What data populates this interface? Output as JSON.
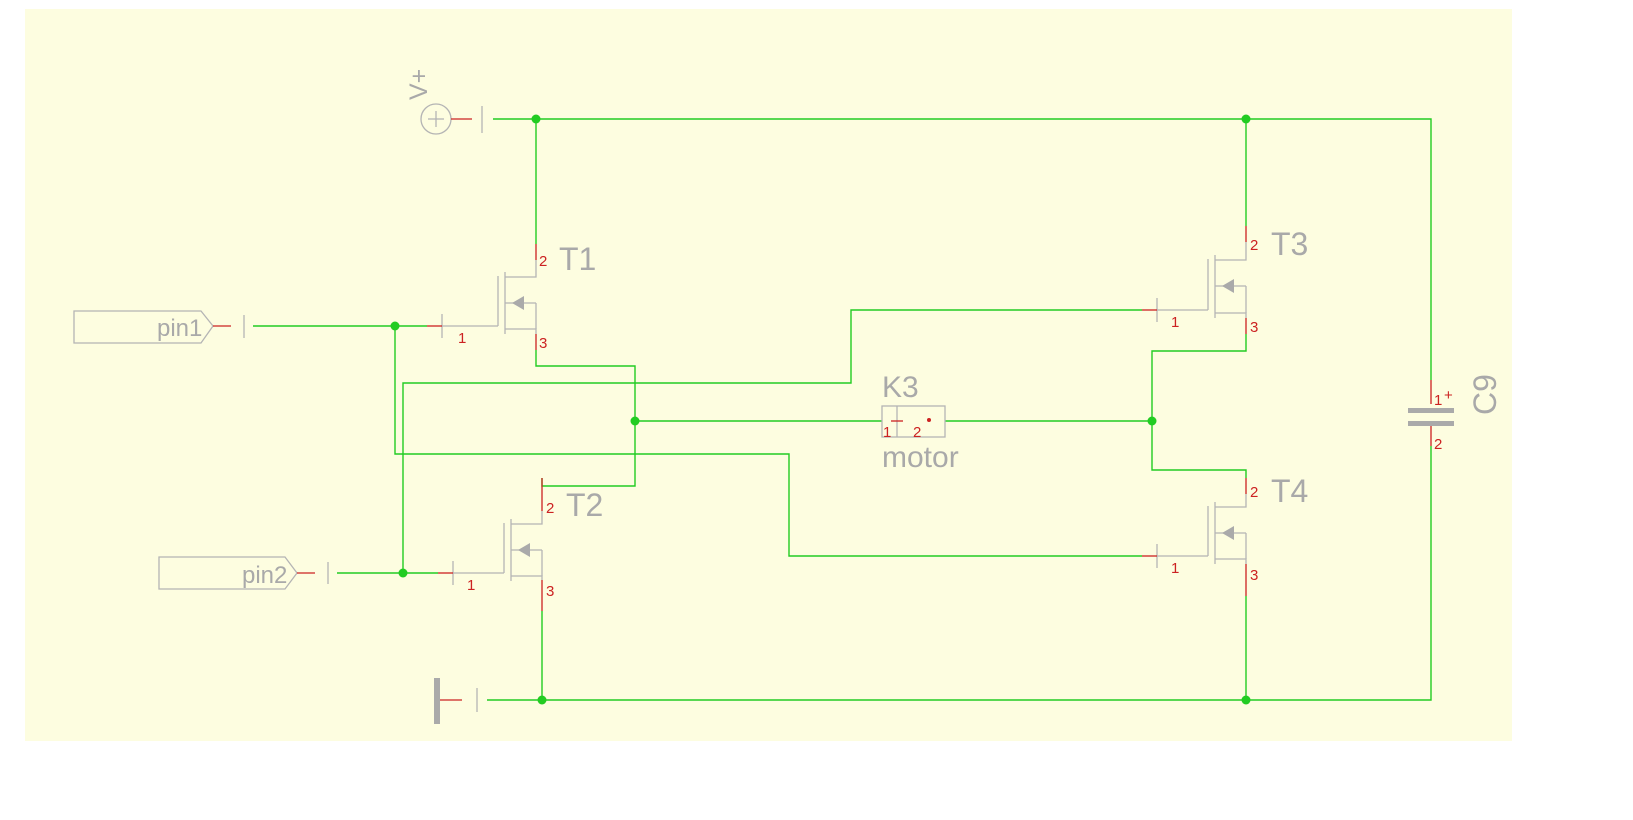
{
  "schematic": {
    "background_color": "#fdfde0",
    "wire_color": "#22cc22",
    "part_color": "#b4b4b4",
    "pin_color": "#cc2222",
    "power": {
      "label": "V+",
      "icon": "power-supply-icon"
    },
    "ground": {
      "icon": "ground-icon"
    },
    "ports": [
      {
        "label": "pin1"
      },
      {
        "label": "pin2"
      }
    ],
    "transistors": [
      {
        "ref": "T1",
        "pins": [
          "1",
          "2",
          "3"
        ]
      },
      {
        "ref": "T2",
        "pins": [
          "1",
          "2",
          "3"
        ]
      },
      {
        "ref": "T3",
        "pins": [
          "1",
          "2",
          "3"
        ]
      },
      {
        "ref": "T4",
        "pins": [
          "1",
          "2",
          "3"
        ]
      }
    ],
    "motor": {
      "ref": "K3",
      "value": "motor",
      "pins": [
        "1",
        "2"
      ]
    },
    "capacitor": {
      "ref": "C9",
      "pins": [
        "1",
        "2"
      ],
      "polarity": "+"
    }
  }
}
